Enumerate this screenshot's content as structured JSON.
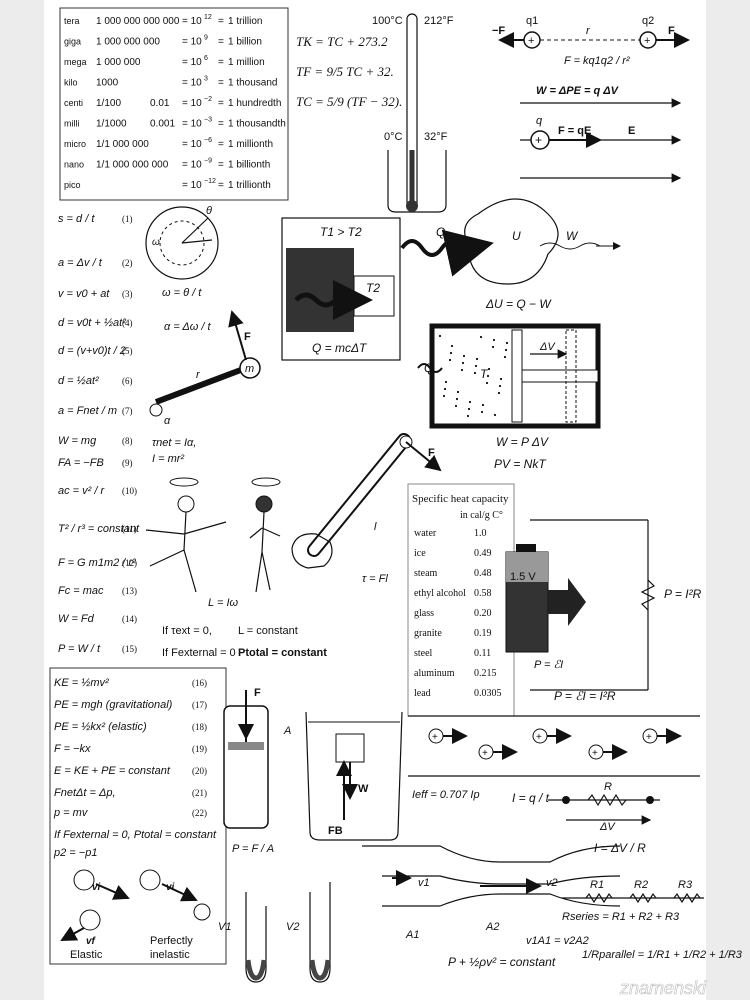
{
  "prefixes": [
    {
      "name": "tera",
      "digits": "1 000 000 000 000",
      "exp": "12",
      "word": "1 trillion"
    },
    {
      "name": "giga",
      "digits": "1 000 000 000",
      "exp": "9",
      "word": "1 billion"
    },
    {
      "name": "mega",
      "digits": "1 000 000",
      "exp": "6",
      "word": "1 million"
    },
    {
      "name": "kilo",
      "digits": "1000",
      "exp": "3",
      "word": "1 thousand"
    },
    {
      "name": "centi",
      "digits": "1/100",
      "dec": "0.01",
      "exp": "−2",
      "word": "1 hundredth"
    },
    {
      "name": "milli",
      "digits": "1/1000",
      "dec": "0.001",
      "exp": "−3",
      "word": "1 thousandth"
    },
    {
      "name": "micro",
      "digits": "1/1 000 000",
      "dec": "",
      "exp": "−6",
      "word": "1 millionth"
    },
    {
      "name": "nano",
      "digits": "1/1 000 000 000",
      "dec": "",
      "exp": "−9",
      "word": "1 billionth"
    },
    {
      "name": "pico",
      "digits": "",
      "dec": "",
      "exp": "−12",
      "word": "1 trillionth"
    }
  ],
  "temperature": {
    "hot_c": "100°C",
    "hot_f": "212°F",
    "cold_c": "0°C",
    "cold_f": "32°F",
    "eq1": "TK = TC + 273.2",
    "eq2": "TF = 9/5 TC + 32.",
    "eq3": "TC = 5/9 (TF − 32)."
  },
  "electric": {
    "neg_f": "−F",
    "pos_f": "F",
    "q1": "q1",
    "q2": "q2",
    "r": "r",
    "coulomb": "F = kq1q2 / r²",
    "work": "W = ΔPE = q ΔV",
    "q": "q",
    "fqe": "F = qE",
    "e": "E"
  },
  "heat": {
    "ratio": "T1 > T2",
    "t2": "T2",
    "q_mct": "Q = mcΔT",
    "q": "Q",
    "u": "U",
    "w": "W",
    "first_law": "ΔU = Q − W"
  },
  "piston": {
    "q": "Q",
    "t": "T",
    "dv": "ΔV",
    "w_pdv": "W = P ΔV",
    "pv": "PV = NkT"
  },
  "kinematics": [
    {
      "eq": "s = d / t",
      "n": "(1)"
    },
    {
      "eq": "a = Δv / t",
      "n": "(2)"
    },
    {
      "eq": "v = v0 + at",
      "n": "(3)"
    },
    {
      "eq": "d = v0t + ½at²",
      "n": "(4)"
    },
    {
      "eq": "d = (v+v0)t / 2",
      "n": "(5)"
    },
    {
      "eq": "d = ½at²",
      "n": "(6)"
    },
    {
      "eq": "a = Fnet / m",
      "n": "(7)"
    },
    {
      "eq": "W = mg",
      "n": "(8)"
    },
    {
      "eq": "FA = −FB",
      "n": "(9)"
    },
    {
      "eq": "ac = v² / r",
      "n": "(10)"
    },
    {
      "eq": "T² / r³ = constant",
      "n": "(11)"
    },
    {
      "eq": "F = G m1m2 / r²",
      "n": "(12)"
    },
    {
      "eq": "Fc = mac",
      "n": "(13)"
    },
    {
      "eq": "W = Fd",
      "n": "(14)"
    },
    {
      "eq": "P = W / t",
      "n": "(15)"
    }
  ],
  "rotation": {
    "theta": "θ",
    "omega": "ω",
    "omega_eq": "ω = θ / t",
    "alpha_eq": "α = Δω / t",
    "f": "F",
    "r": "r",
    "m": "m",
    "alpha": "α",
    "tau": "τnet = Iα,",
    "inertia": "I = mr²",
    "l": "L = Iω",
    "cond1": "If τext = 0,",
    "res1": "L = constant",
    "cond2": "If Fexternal = 0",
    "res2": "Ptotal = constant"
  },
  "wrench": {
    "f": "F",
    "l": "l",
    "tau": "τ = Fl"
  },
  "specific_heat": {
    "title": "Specific heat capacity",
    "unit": "in cal/g C°",
    "rows": [
      {
        "m": "water",
        "v": "1.0"
      },
      {
        "m": "ice",
        "v": "0.49"
      },
      {
        "m": "steam",
        "v": "0.48"
      },
      {
        "m": "ethyl alcohol",
        "v": "0.58"
      },
      {
        "m": "glass",
        "v": "0.20"
      },
      {
        "m": "granite",
        "v": "0.19"
      },
      {
        "m": "steel",
        "v": "0.11"
      },
      {
        "m": "aluminum",
        "v": "0.215"
      },
      {
        "m": "lead",
        "v": "0.0305"
      }
    ]
  },
  "battery": {
    "volt": "1.5 V",
    "p_ei": "P = ℰI",
    "p_i2r": "P = I²R",
    "p_full": "P = ℰI = I²R"
  },
  "energy": [
    {
      "eq": "KE = ½mv²",
      "n": "(16)"
    },
    {
      "eq": "PE = mgh  (gravitational)",
      "n": "(17)"
    },
    {
      "eq": "PE = ½kx²  (elastic)",
      "n": "(18)"
    },
    {
      "eq": "F = −kx",
      "n": "(19)"
    },
    {
      "eq": "E = KE + PE = constant",
      "n": "(20)"
    },
    {
      "eq": "FnetΔt = Δp,",
      "n": "(21)"
    },
    {
      "eq": "p = mv",
      "n": "(22)"
    },
    {
      "eq": "If Fexternal = 0,  Ptotal = constant",
      "n": ""
    },
    {
      "eq": "p2 = −p1",
      "n": ""
    }
  ],
  "collisions": {
    "vi": "vi",
    "vf": "vf",
    "elastic": "Elastic",
    "perfectly": "Perfectly",
    "inelastic": "inelastic"
  },
  "pressure": {
    "f": "F",
    "a": "A",
    "p_fa": "P = F / A",
    "w": "W",
    "fb": "FB",
    "v1": "V1",
    "v2": "V2"
  },
  "current": {
    "ieff": "Ieff = 0.707  Ip",
    "i_qt": "I = q / t",
    "r": "R",
    "dv": "ΔV",
    "i_vr": "I = ΔV / R"
  },
  "flow": {
    "v1": "v1",
    "v2": "v2",
    "a1": "A1",
    "a2": "A2",
    "cont": "v1A1 = v2A2",
    "bern": "P + ½ρv² = constant"
  },
  "resistors": {
    "r1": "R1",
    "r2": "R2",
    "r3": "R3",
    "series": "Rseries = R1 + R2 + R3",
    "parallel": "1/Rparallel = 1/R1 + 1/R2 + 1/R3"
  },
  "watermark": "znamenski",
  "colors": {
    "ink": "#111111",
    "bg": "#ececec",
    "liquid": "#333333"
  }
}
